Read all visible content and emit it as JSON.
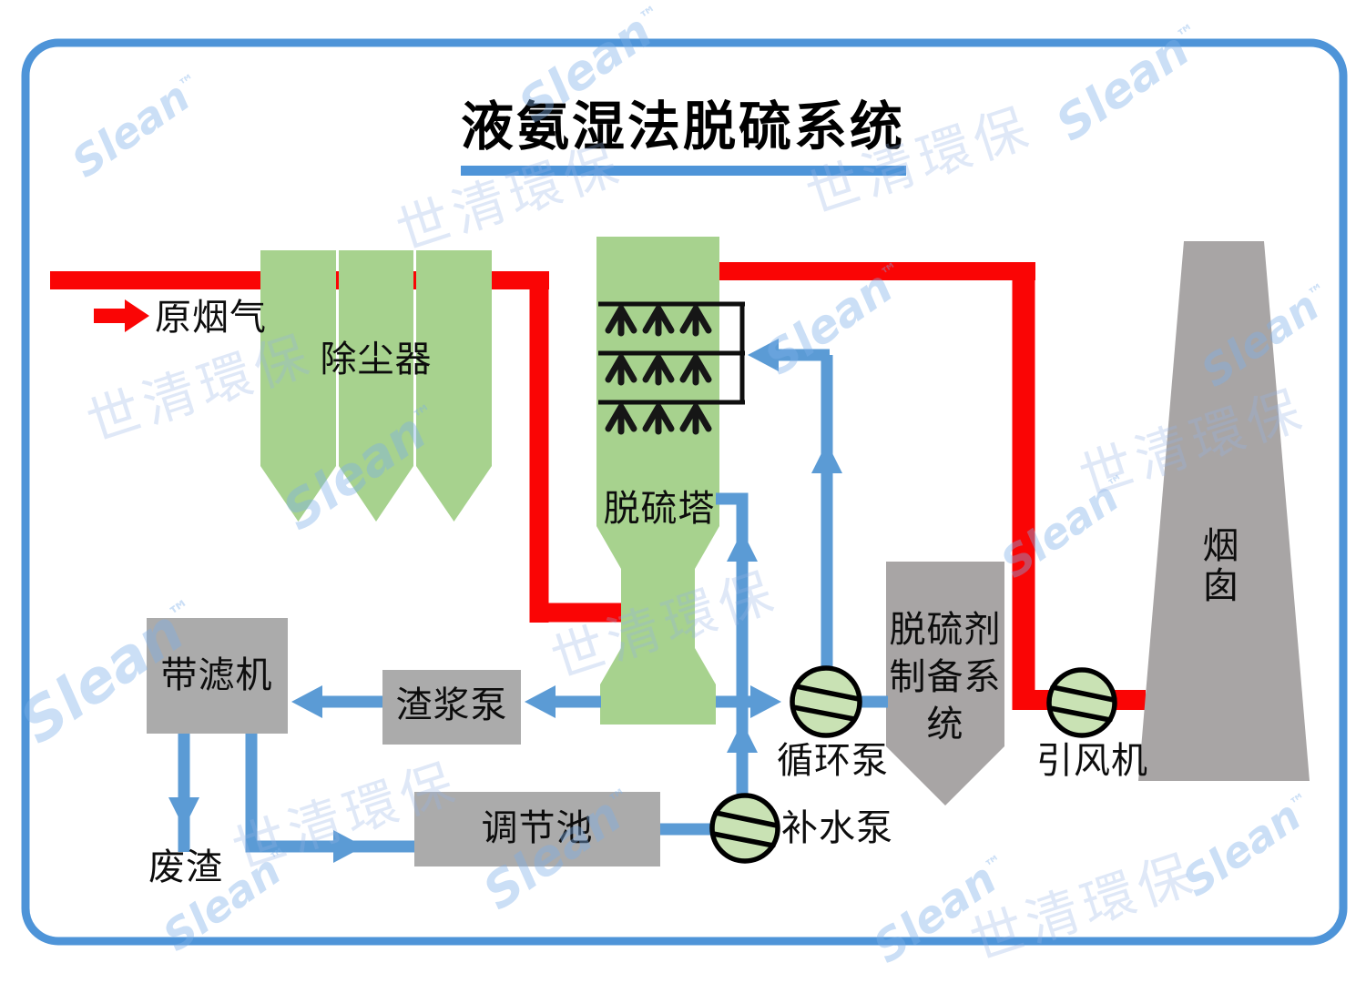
{
  "title": {
    "text": "液氨湿法脱硫系统"
  },
  "labels": {
    "raw_flue_gas": "原烟气",
    "dust_collector": "除尘器",
    "tower": "脱硫塔",
    "belt_filter": "带滤机",
    "slag_pump": "渣浆泵",
    "waste_residue": "废渣",
    "adjust_pool": "调节池",
    "water_pump": "补水泵",
    "circulation_pump": "循环泵",
    "prep_system_line1": "脱硫剂",
    "prep_system_line2": "制备系",
    "prep_system_line3": "统",
    "induced_fan": "引风机",
    "chimney_line1": "烟",
    "chimney_line2": "囱"
  },
  "watermark": {
    "brand": "Slean",
    "tm": "™",
    "stamp": "世清環保"
  },
  "colors": {
    "frame_blue": "#4E94D8",
    "accent_blue": "#4E94D8",
    "line_blue": "#5B9BD5",
    "flue_red": "#FA0505",
    "process_green": "#A7D28E",
    "pump_green": "#C9E2B4",
    "box_gray": "#ABABAB",
    "stack_gray": "#A8A5A5",
    "text_black": "#0D0D0D"
  }
}
